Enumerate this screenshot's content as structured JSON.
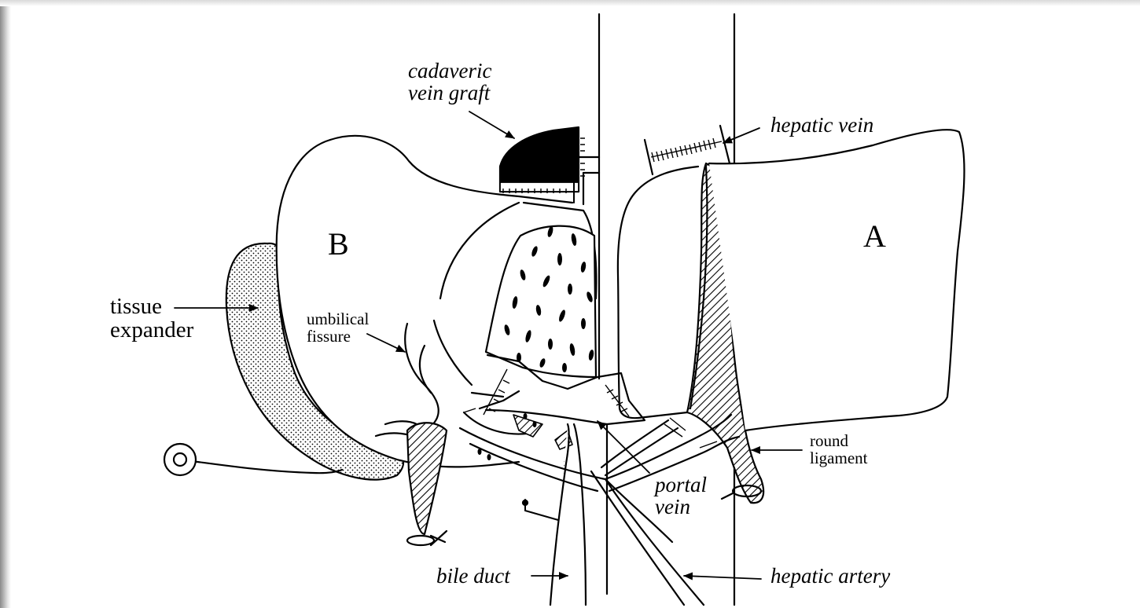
{
  "labels": {
    "cadaveric_vein_graft": [
      "cadaveric",
      "vein graft"
    ],
    "hepatic_vein": "hepatic vein",
    "lobe_b": "B",
    "lobe_a": "A",
    "tissue_expander": [
      "tissue",
      "expander"
    ],
    "umbilical_fissure": [
      "umbilical",
      "fissure"
    ],
    "round_ligament": [
      "round",
      "ligament"
    ],
    "portal_vein": [
      "portal",
      "vein"
    ],
    "bile_duct": "bile duct",
    "hepatic_artery": "hepatic artery"
  }
}
